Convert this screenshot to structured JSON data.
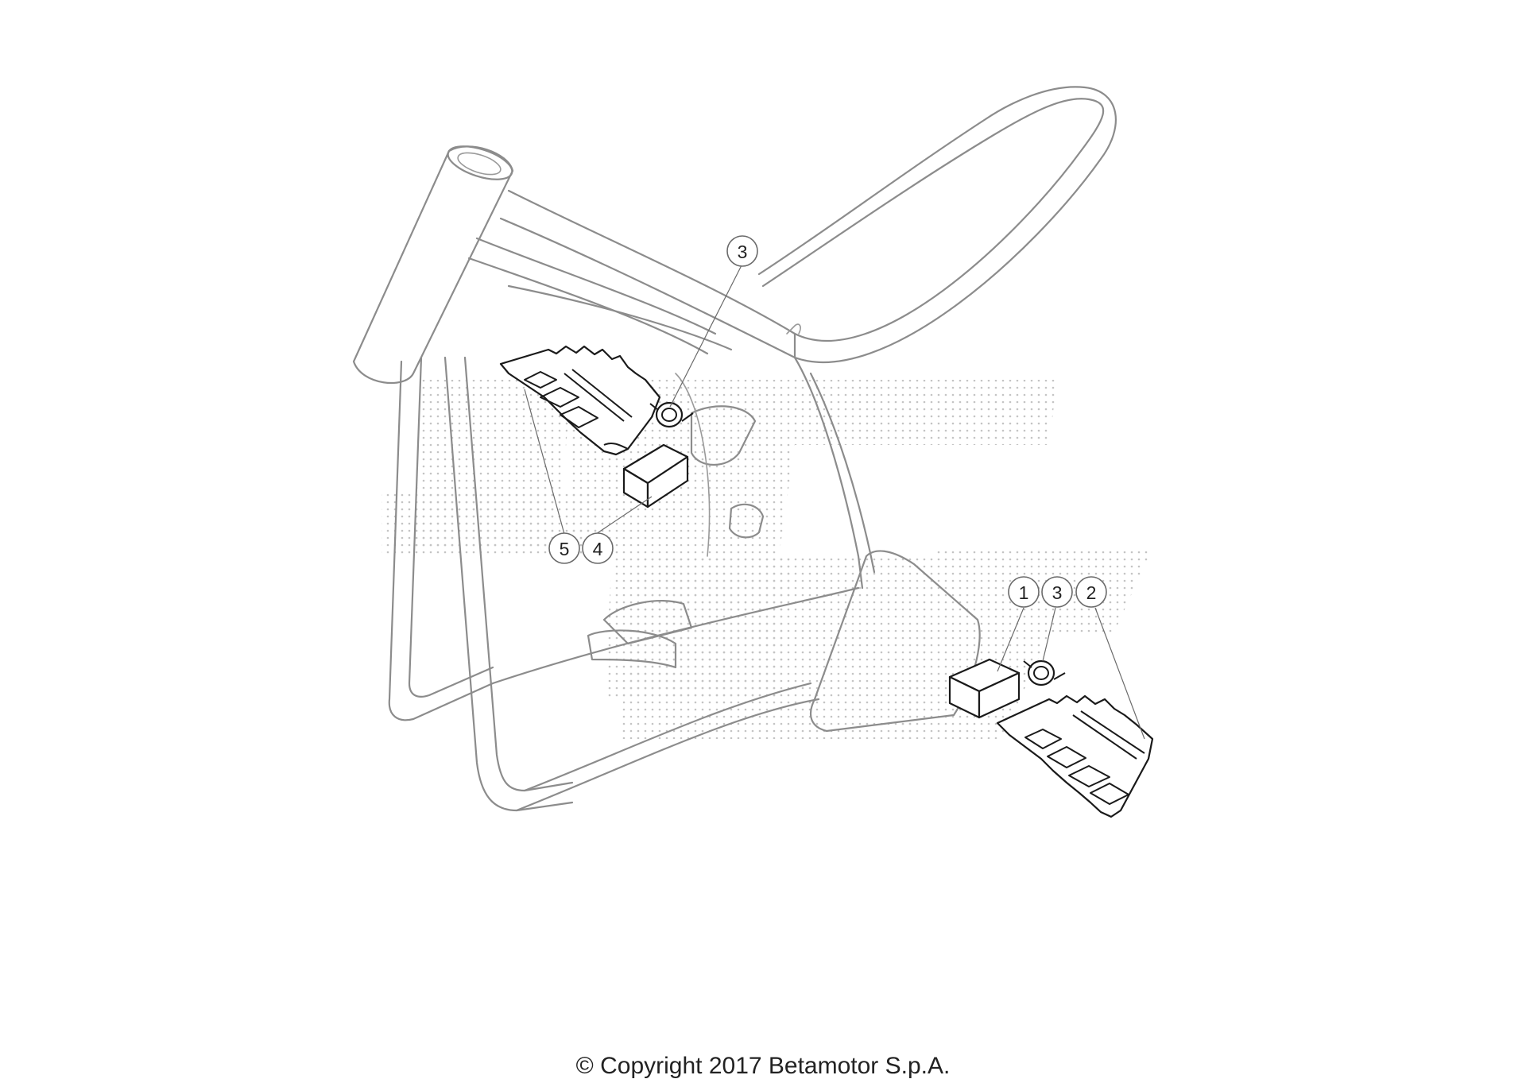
{
  "callouts": [
    {
      "id": "callout-3-top",
      "label": "3"
    },
    {
      "id": "callout-5",
      "label": "5"
    },
    {
      "id": "callout-4",
      "label": "4"
    },
    {
      "id": "callout-1",
      "label": "1"
    },
    {
      "id": "callout-3-right",
      "label": "3"
    },
    {
      "id": "callout-2",
      "label": "2"
    }
  ],
  "footer": {
    "copyright": "© Copyright 2017 Betamotor S.p.A."
  },
  "colors": {
    "frame_outline": "#8c8c8c",
    "part_outline": "#1a1a1a",
    "watermark_dots": "#c8c8c8",
    "background": "#ffffff"
  }
}
